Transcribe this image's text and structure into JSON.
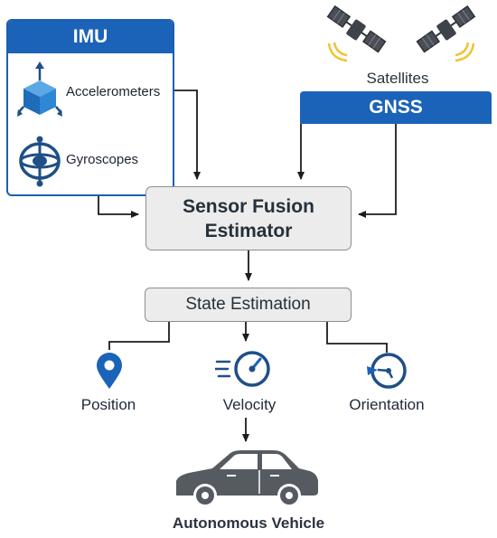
{
  "imu": {
    "title": "IMU",
    "items": [
      {
        "label": "Accelerometers",
        "icon": "accelerometer-cube-icon"
      },
      {
        "label": "Gyroscopes",
        "icon": "gyroscope-icon"
      }
    ]
  },
  "satellites": {
    "label": "Satellites",
    "icon": "satellite-icon"
  },
  "gnss": {
    "title": "GNSS"
  },
  "fusion": {
    "line1": "Sensor Fusion",
    "line2": "Estimator"
  },
  "state": {
    "label": "State Estimation"
  },
  "outputs": [
    {
      "label": "Position",
      "icon": "location-pin-icon"
    },
    {
      "label": "Velocity",
      "icon": "speedometer-icon"
    },
    {
      "label": "Orientation",
      "icon": "orientation-dial-icon"
    }
  ],
  "vehicle": {
    "label": "Autonomous Vehicle",
    "icon": "car-icon"
  },
  "colors": {
    "brand_blue": "#1b63b8",
    "box_fill": "#ececec",
    "signal_yellow": "#f2c230",
    "icon_navy": "#1f4f86"
  }
}
